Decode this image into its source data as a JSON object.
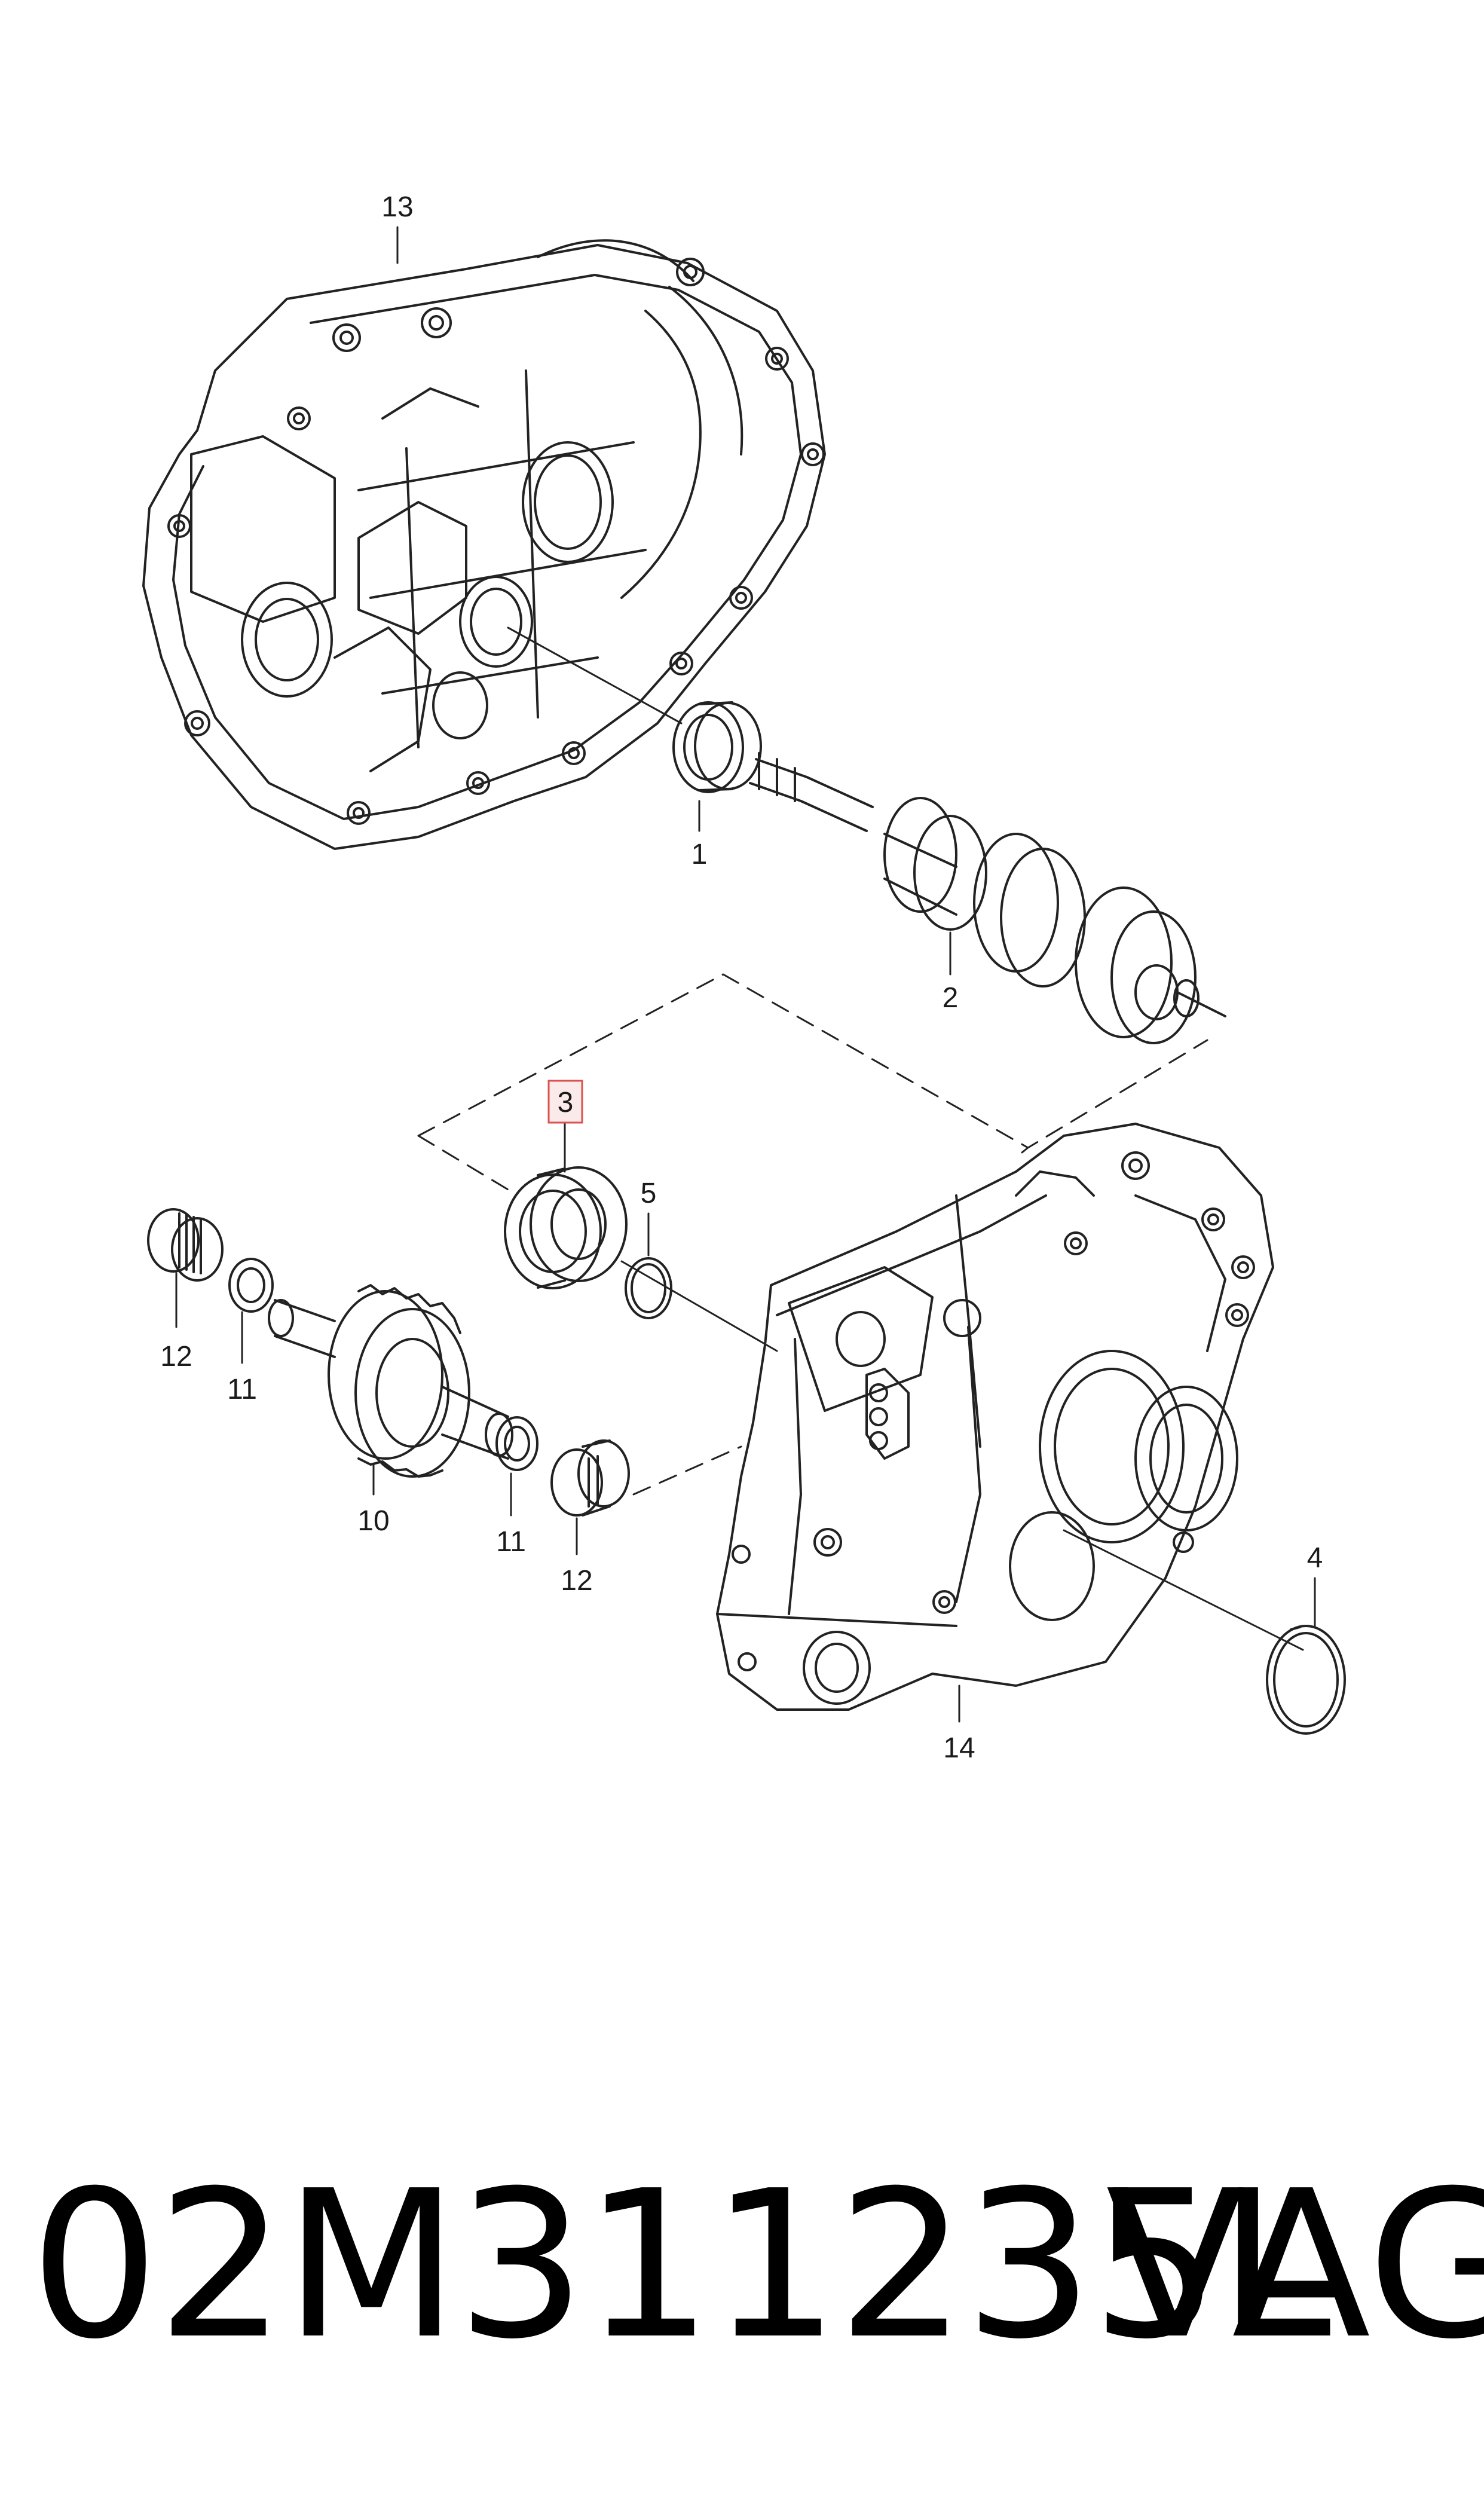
{
  "diagram": {
    "callouts": {
      "c1": "1",
      "c2": "2",
      "c3": "3",
      "c4": "4",
      "c5": "5",
      "c10": "10",
      "c11a": "11",
      "c11b": "11",
      "c12a": "12",
      "c12b": "12",
      "c13": "13",
      "c14": "14"
    },
    "highlighted_callout": "3",
    "highlight_color": "#d9534f"
  },
  "footer": {
    "part_number": "02M311235L",
    "brand": "VAG"
  }
}
